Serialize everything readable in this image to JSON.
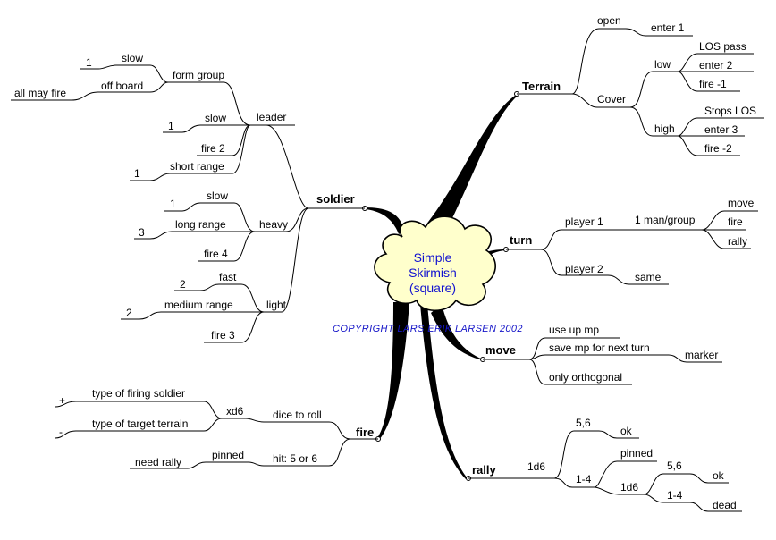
{
  "center": {
    "line1": "Simple",
    "line2": "Skirmish",
    "line3": "(square)"
  },
  "copyright": "COPYRIGHT LARS ERIK LARSEN 2002",
  "terrain": {
    "title": "Terrain",
    "open": "open",
    "open_enter": "enter 1",
    "cover": "Cover",
    "low": "low",
    "low_los": "LOS pass",
    "low_enter": "enter 2",
    "low_fire": "fire -1",
    "high": "high",
    "high_los": "Stops LOS",
    "high_enter": "enter 3",
    "high_fire": "fire -2"
  },
  "turn": {
    "title": "turn",
    "player1": "player 1",
    "per_man": "1 man/group",
    "move": "move",
    "fire": "fire",
    "rally": "rally",
    "player2": "player 2",
    "same": "same"
  },
  "move": {
    "title": "move",
    "use_up": "use up mp",
    "save": "save mp for next turn",
    "marker": "marker",
    "orth": "only orthogonal"
  },
  "rally": {
    "title": "rally",
    "d6": "1d6",
    "r56": "5,6",
    "ok": "ok",
    "r14": "1-4",
    "pinned": "pinned",
    "d6b": "1d6",
    "r56b": "5,6",
    "okb": "ok",
    "r14b": "1-4",
    "dead": "dead"
  },
  "fire": {
    "title": "fire",
    "dice": "dice to roll",
    "xd6": "xd6",
    "plus": "+",
    "firing": "type of firing soldier",
    "minus": "-",
    "target": "type of target terrain",
    "hit": "hit: 5 or 6",
    "pinned": "pinned",
    "need_rally": "need rally"
  },
  "soldier": {
    "title": "soldier",
    "form_group": "form group",
    "fg_slow": "slow",
    "fg_slow_v": "1",
    "off_board": "off board",
    "all_fire": "all may fire",
    "leader": "leader",
    "l_slow": "slow",
    "l_slow_v": "1",
    "l_fire": "fire 2",
    "l_short": "short range",
    "l_short_v": "1",
    "heavy": "heavy",
    "h_slow": "slow",
    "h_slow_v": "1",
    "h_long": "long range",
    "h_long_v": "3",
    "h_fire": "fire 4",
    "light": "light",
    "li_fast": "fast",
    "li_fast_v": "2",
    "li_medium": "medium range",
    "li_medium_v": "2",
    "li_fire": "fire 3"
  }
}
